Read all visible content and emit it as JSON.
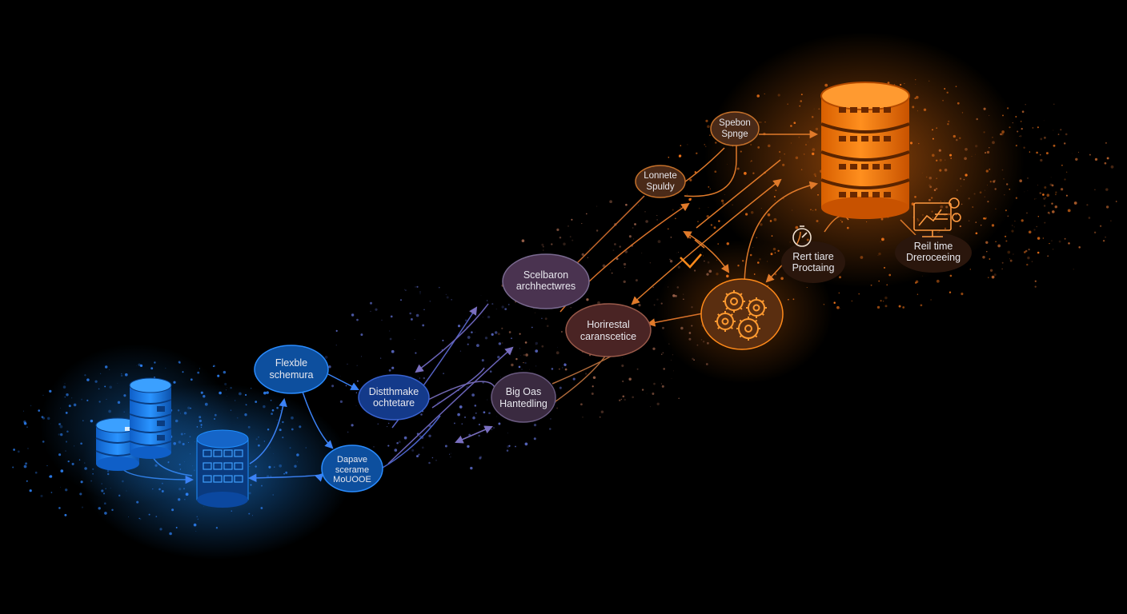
{
  "nodes": {
    "flexible_schema": {
      "line1": "Flexble",
      "line2": "schemura"
    },
    "distributed_architecture": {
      "line1": "Distthmake",
      "line2": "ochtetare"
    },
    "dynamic_schema": {
      "line1": "Dapave",
      "line2": "scerame",
      "line3": "MoUOOE"
    },
    "scalable_architectures": {
      "line1": "Scelbaron",
      "line2": "archhectwres"
    },
    "horizontal_scalability": {
      "line1": "Horirestal",
      "line2": "caranscetice"
    },
    "big_data_handling": {
      "line1": "Big Oas",
      "line2": "Hantedling"
    },
    "low_latency": {
      "line1": "Lonnete",
      "line2": "Spuldy"
    },
    "system_speed": {
      "line1": "Spebon",
      "line2": "Spnge"
    },
    "real_time_processing": {
      "line1": "Rert tiare",
      "line2": "Proctaing"
    },
    "real_time_processing_2": {
      "line1": "Reil time",
      "line2": "Dreroceeing"
    }
  },
  "colors": {
    "background": "#000000",
    "blue": "#1f8fff",
    "blue_dark": "#0d4f9e",
    "purple": "#5a4a78",
    "orange": "#ff8a1a",
    "orange_dark": "#5a2e10"
  },
  "icons": [
    "database-icon",
    "gears-icon",
    "stopwatch-icon",
    "monitor-icon"
  ]
}
